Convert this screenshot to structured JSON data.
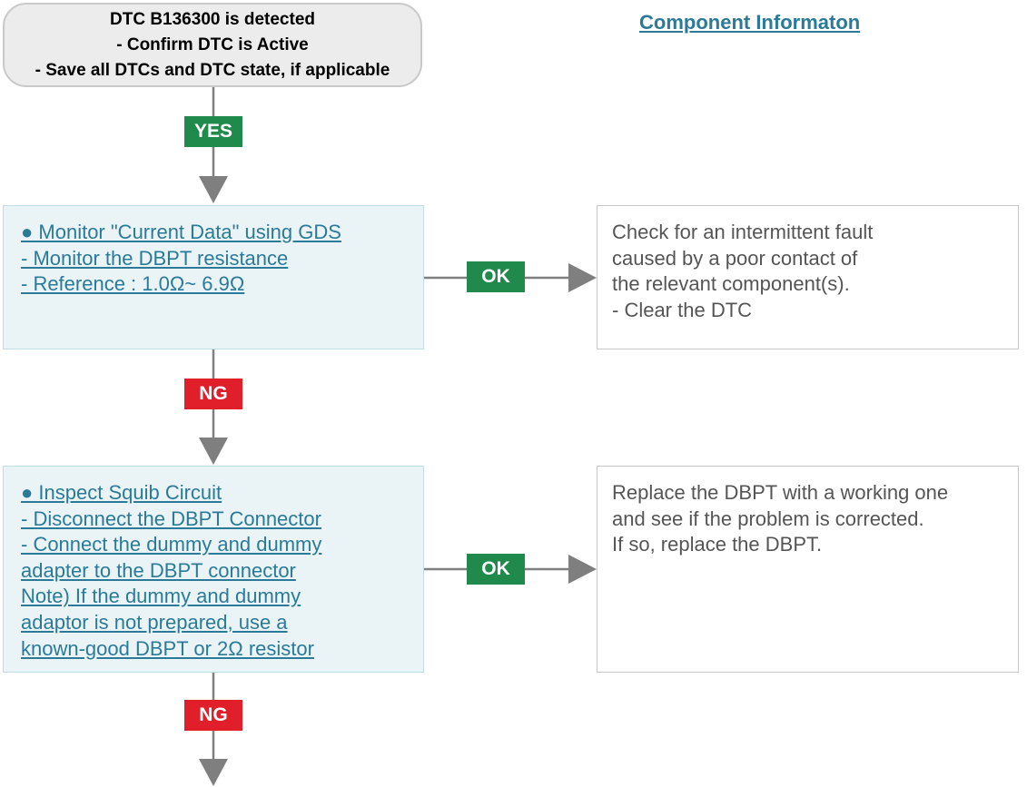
{
  "start": {
    "line1": "DTC B136300 is detected",
    "line2": "- Confirm DTC is Active",
    "line3": "- Save all DTCs and DTC state, if applicable"
  },
  "component_link": "Component Informaton",
  "labels": {
    "yes": "YES",
    "ok_1": "OK",
    "ng_1": "NG",
    "ok_2": "OK",
    "ng_2": "NG"
  },
  "step1": {
    "lines": [
      "● Monitor \"Current Data\" using GDS",
      "- Monitor the DBPT  resistance",
      "- Reference : 1.0Ω~ 6.9Ω"
    ]
  },
  "result1": {
    "lines": [
      "Check for an intermittent fault",
      "caused by a poor contact of",
      "the relevant component(s).",
      "- Clear the DTC"
    ]
  },
  "step2": {
    "lines": [
      "● Inspect Squib Circuit",
      "- Disconnect the DBPT Connector",
      "- Connect the dummy and dummy",
      "adapter to the DBPT connector",
      "Note) If the dummy and dummy",
      "adaptor is not  prepared, use a",
      "known-good DBPT or 2Ω resistor"
    ]
  },
  "result2": {
    "lines": [
      "Replace the DBPT with a working one",
      "and see if the problem is corrected.",
      "If so, replace the DBPT."
    ]
  },
  "colors": {
    "link": "#2a7a98",
    "ok": "#1f8a4c",
    "ng": "#e01f2b",
    "arrow": "#7f7f7f"
  }
}
